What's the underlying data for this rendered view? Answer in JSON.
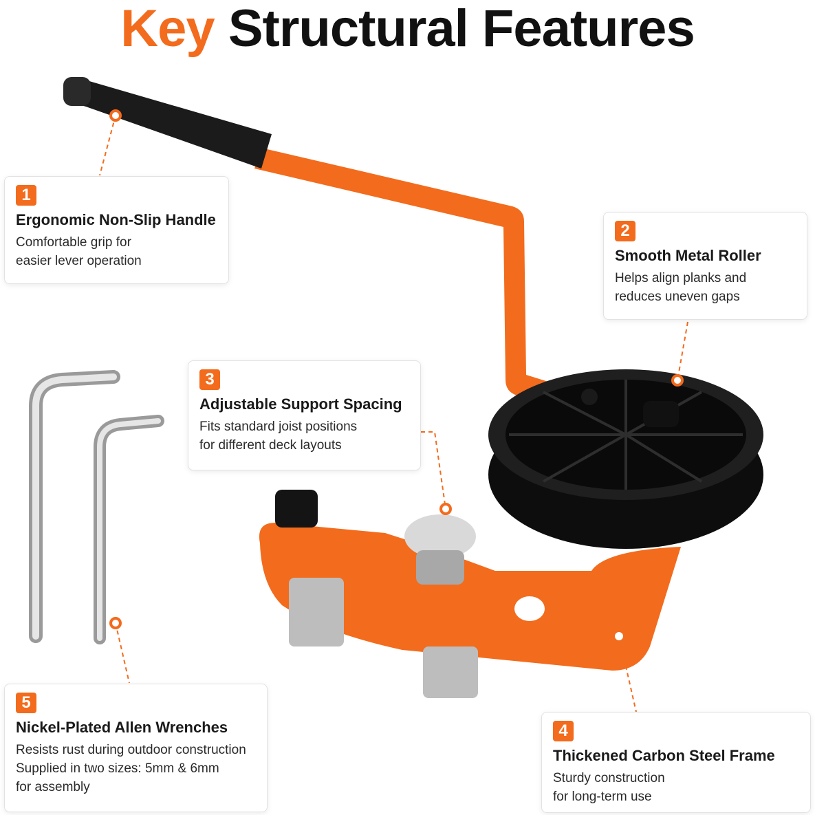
{
  "header": {
    "title_accent": "Key",
    "title_rest": "Structural Features"
  },
  "features": [
    {
      "number": "1",
      "title": "Ergonomic Non-Slip Handle",
      "text": "Comfortable grip for\neasier lever operation"
    },
    {
      "number": "2",
      "title": "Smooth Metal Roller",
      "text": "Helps align planks and\nreduces uneven gaps"
    },
    {
      "number": "3",
      "title": "Adjustable Support Spacing",
      "text": "Fits standard joist positions\nfor different deck layouts"
    },
    {
      "number": "4",
      "title": "Thickened Carbon Steel Frame",
      "text": "Sturdy construction\nfor long-term use"
    },
    {
      "number": "5",
      "title": "Nickel-Plated Allen Wrenches",
      "text": "Resists rust during outdoor construction\nSupplied in two sizes: 5mm & 6mm\nfor assembly"
    }
  ],
  "colors": {
    "accent": "#f36b1c",
    "black": "#111111",
    "steel": "#c8c8c8"
  }
}
